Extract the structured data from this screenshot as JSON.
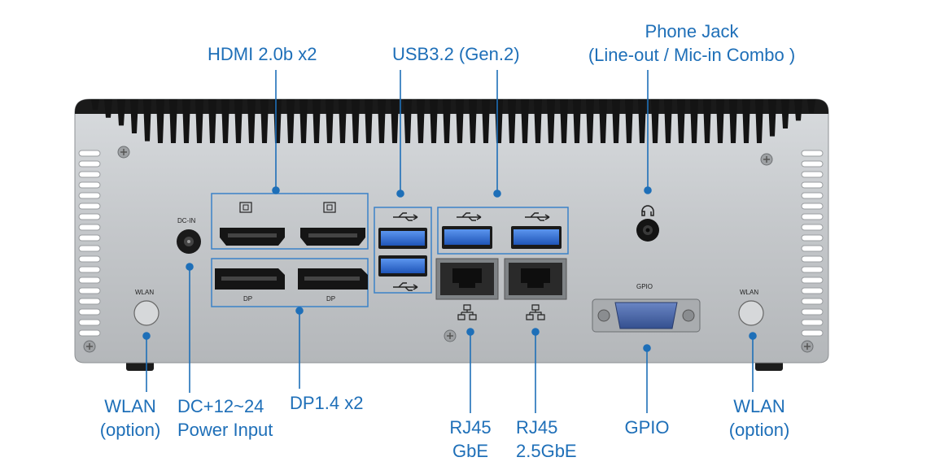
{
  "labels": {
    "hdmi": "HDMI 2.0b x2",
    "usb": "USB3.2 (Gen.2)",
    "phone_jack_line1": "Phone Jack",
    "phone_jack_line2": "(Line-out / Mic-in Combo )",
    "wlan_left_line1": "WLAN",
    "wlan_left_line2": "(option)",
    "dc_line1": "DC+12~24",
    "dc_line2": "Power Input",
    "dp": "DP1.4 x2",
    "rj45_gbe_line1": "RJ45",
    "rj45_gbe_line2": "GbE",
    "rj45_25_line1": "RJ45",
    "rj45_25_line2": "2.5GbE",
    "gpio": "GPIO",
    "wlan_right_line1": "WLAN",
    "wlan_right_line2": "(option)"
  },
  "panel_print": {
    "dc_in": "DC-IN",
    "wlan_left": "WLAN",
    "wlan_right": "WLAN",
    "dp_left": "DP",
    "dp_right": "DP",
    "gpio": "GPIO"
  },
  "colors": {
    "callout": "#1e6fb8",
    "chassis": "#c9cccf",
    "heatsink": "#141414",
    "usb_blue": "#2f6fd6",
    "serial_blue": "#3f5fa8"
  }
}
